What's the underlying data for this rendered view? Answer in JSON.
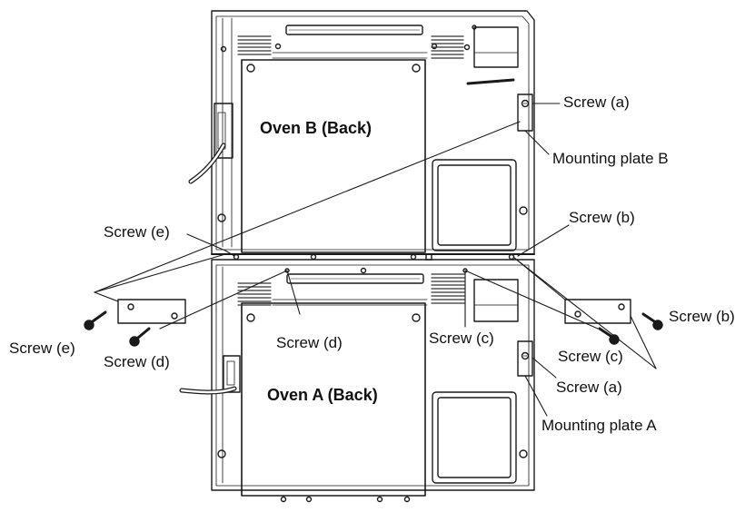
{
  "ovens": {
    "upper": "Oven B (Back)",
    "lower": "Oven A (Back)"
  },
  "labels": {
    "screw_a_upper": "Screw (a)",
    "mounting_plate_b": "Mounting plate B",
    "screw_e_top": "Screw (e)",
    "screw_b_top": "Screw (b)",
    "screw_b_right": "Screw (b)",
    "screw_e_left": "Screw (e)",
    "screw_d_left": "Screw (d)",
    "screw_d_center": "Screw (d)",
    "screw_c_center": "Screw (c)",
    "screw_c_right": "Screw (c)",
    "screw_a_lower": "Screw (a)",
    "mounting_plate_a": "Mounting plate A"
  },
  "colors": {
    "line": "#1a1a1a",
    "vent": "#333333",
    "background": "#ffffff"
  }
}
